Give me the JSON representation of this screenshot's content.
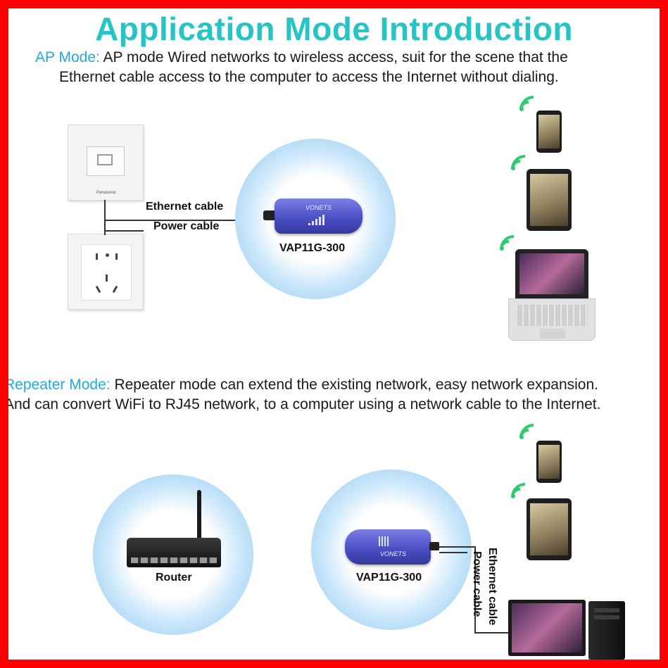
{
  "title": "Application Mode Introduction",
  "ap_mode": {
    "heading": "AP Mode:",
    "line1": "AP mode Wired networks to wireless access, suit for the scene that the",
    "line2": "Ethernet cable access to the computer to access the Internet without dialing.",
    "ethernet_label": "Ethernet cable",
    "power_label": "Power cable",
    "device_label": "VAP11G-300",
    "wall_plate_brand": "Panasonic",
    "device_brand": "VONETS"
  },
  "repeater_mode": {
    "heading": "Repeater Mode:",
    "line1": "Repeater mode can extend the existing network, easy network expansion.",
    "line2": "And can convert WiFi to RJ45 network, to a computer using a network cable to the Internet.",
    "router_label": "Router",
    "device_label": "VAP11G-300",
    "ethernet_label": "Ethernet cable",
    "power_label": "Power cable",
    "device_brand": "VONETS"
  },
  "colors": {
    "frame": "#ff0000",
    "title": "#27c4c6",
    "mode_heading": "#27a9d8",
    "wifi_green": "#2ecc71",
    "device_blue": "#4a4fc4"
  }
}
